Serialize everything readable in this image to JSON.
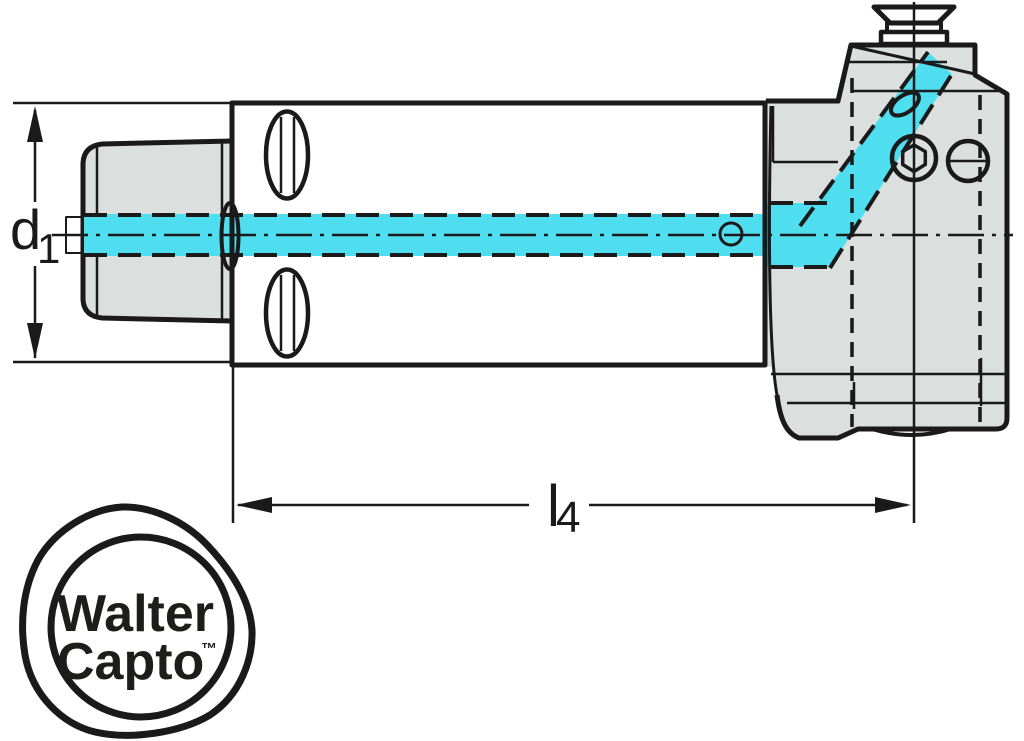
{
  "drawing": {
    "dimension_labels": {
      "d1": {
        "base": "d",
        "sub": "1"
      },
      "l4": {
        "base": "l",
        "sub": "4"
      }
    }
  },
  "logo": {
    "line1": "Walter",
    "line2": "Capto",
    "trademark": "™"
  },
  "colors": {
    "coolant-cyan": "#4FDEF0",
    "body-gray": "#DBDFDE",
    "line-black": "#1A1A1A",
    "logo-orange": "#F4A71C",
    "logo-text": "#1D1D1B",
    "background": "#FFFFFF"
  }
}
